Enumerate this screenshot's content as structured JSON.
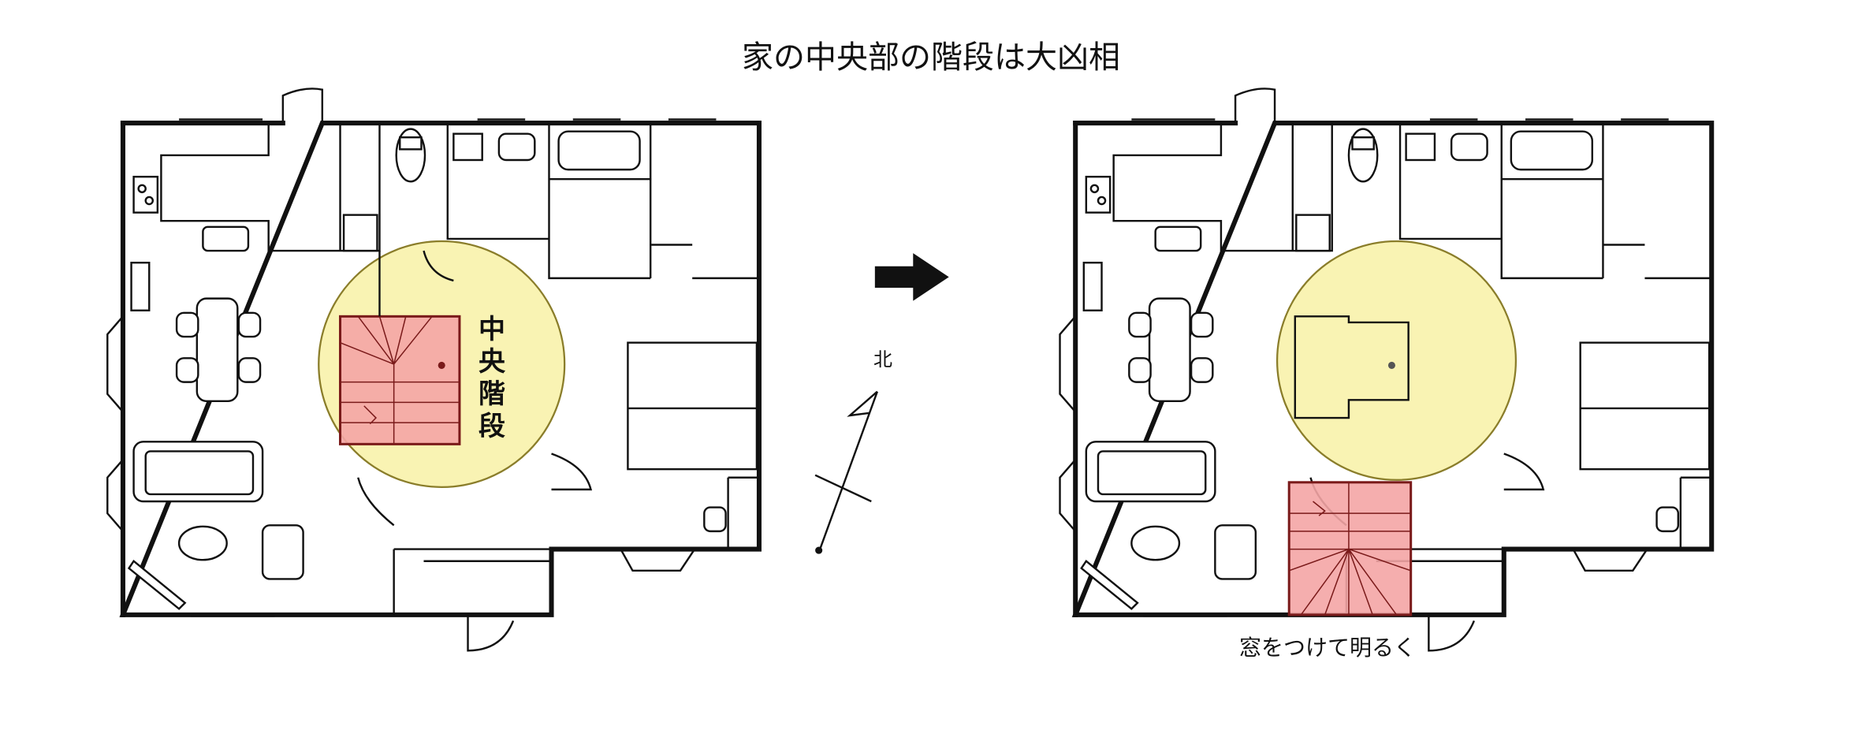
{
  "title": "家の中央部の階段は大凶相",
  "left_plan": {
    "stair_label": "中央階段"
  },
  "right_plan": {
    "window_note": "窓をつけて明るく"
  },
  "compass": {
    "north_label": "北"
  },
  "colors": {
    "center_circle": "#f7f0a0",
    "stairs": "#f4a5a5",
    "stairs_outline": "#7a1a1a"
  }
}
